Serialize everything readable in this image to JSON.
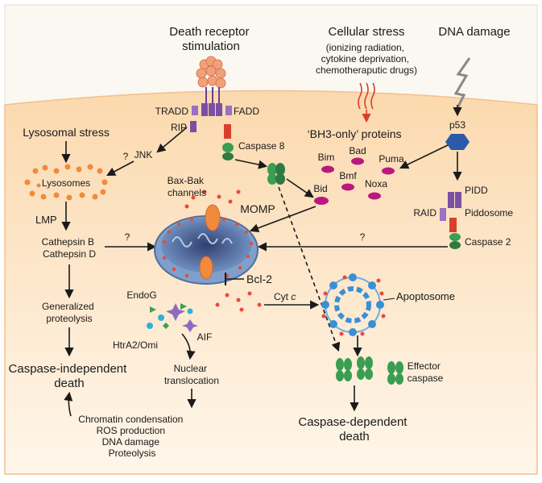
{
  "labels": {
    "death_receptor": [
      "Death receptor",
      "stimulation"
    ],
    "cellular_stress": [
      "Cellular stress"
    ],
    "cellular_stress_detail": [
      "(ionizing radiation,",
      "cytokine deprivation,",
      "chemotheraputic drugs)"
    ],
    "dna_damage": [
      "DNA damage"
    ],
    "tradd": "TRADD",
    "fadd": "FADD",
    "rip": "RIP",
    "caspase8": "Caspase 8",
    "lysosomal_stress": "Lysosomal stress",
    "jnk_q": "?",
    "jnk": "JNK",
    "lysosomes": "Lysosomes",
    "bh3": "‘BH3-only’ proteins",
    "bim": "Bim",
    "bad": "Bad",
    "puma": "Puma",
    "bmf": "Bmf",
    "noxa": "Noxa",
    "bid": "Bid",
    "p53": "p53",
    "pidd": "PIDD",
    "raid": "RAID",
    "piddosome": "Piddosome",
    "caspase2": "Caspase 2",
    "lmp": "LMP",
    "bax_bak": [
      "Bax-Bak",
      "channels"
    ],
    "momp": "MOMP",
    "cathepsin": [
      "Cathepsin B",
      "Cathepsin D"
    ],
    "q_left": "?",
    "q_right": "?",
    "bcl2": "Bcl-2",
    "endog": "EndoG",
    "htra2": "HtrA2/Omi",
    "aif": "AIF",
    "cytc_main": "Cyt ",
    "cytc_italic": "c",
    "apoptosome": "Apoptosome",
    "generalized": [
      "Generalized",
      "proteolysis"
    ],
    "nuclear": [
      "Nuclear",
      "translocation"
    ],
    "effector": [
      "Effector",
      "caspase"
    ],
    "casp_indep": [
      "Caspase-independent",
      "death"
    ],
    "casp_dep": [
      "Caspase-dependent",
      "death"
    ],
    "chromatin": [
      "Chromatin condensation",
      "ROS production",
      "DNA damage",
      "Proteolysis"
    ]
  },
  "colors": {
    "cell_fill": "#fde6c6",
    "cell_edge": "#f2c08f",
    "receptor": "#f3a07a",
    "adaptor": "#7b4fa3",
    "caspase": "#3a9e52",
    "bh3_protein": "#b8197f",
    "p53": "#2b5aa8",
    "lysosome": "#f28a3b",
    "mito_outer": "#4f6f9a",
    "apoptosome": "#3a8fd6",
    "arrow": "#1a1a1a",
    "stress_arrow": "#d9402b"
  }
}
